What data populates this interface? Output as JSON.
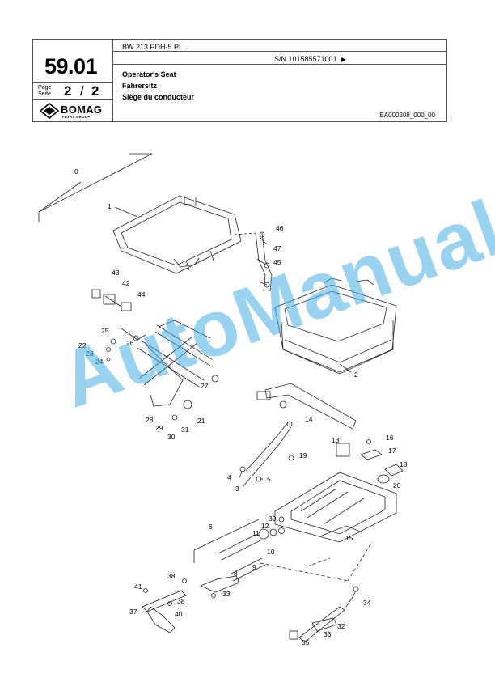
{
  "header": {
    "page_number": "59.01",
    "page_label_en": "Page",
    "page_label_de": "Seite",
    "page_current": "2",
    "page_separator": "/",
    "page_total": "2",
    "model": "BW 213 PDH-5 PL",
    "serial": "S/N 101585571001",
    "serial_arrow": "▶",
    "title_en": "Operator's Seat",
    "title_de": "Fahrersitz",
    "title_fr": "Siège du conducteur",
    "drawing_code": "EA000208_000_00",
    "logo_text": "BOMAG",
    "logo_sub": "FAYAT GROUP"
  },
  "watermark": "AutoManual",
  "callouts": [
    "0",
    "1",
    "2",
    "3",
    "4",
    "5",
    "6",
    "7",
    "8",
    "9",
    "10",
    "11",
    "12",
    "13",
    "14",
    "15",
    "16",
    "17",
    "18",
    "19",
    "20",
    "21",
    "22",
    "23",
    "24",
    "25",
    "26",
    "27",
    "28",
    "29",
    "30",
    "31",
    "32",
    "33",
    "34",
    "35",
    "36",
    "37",
    "38",
    "38",
    "39",
    "40",
    "41",
    "42",
    "43",
    "44",
    "45",
    "46",
    "47"
  ]
}
